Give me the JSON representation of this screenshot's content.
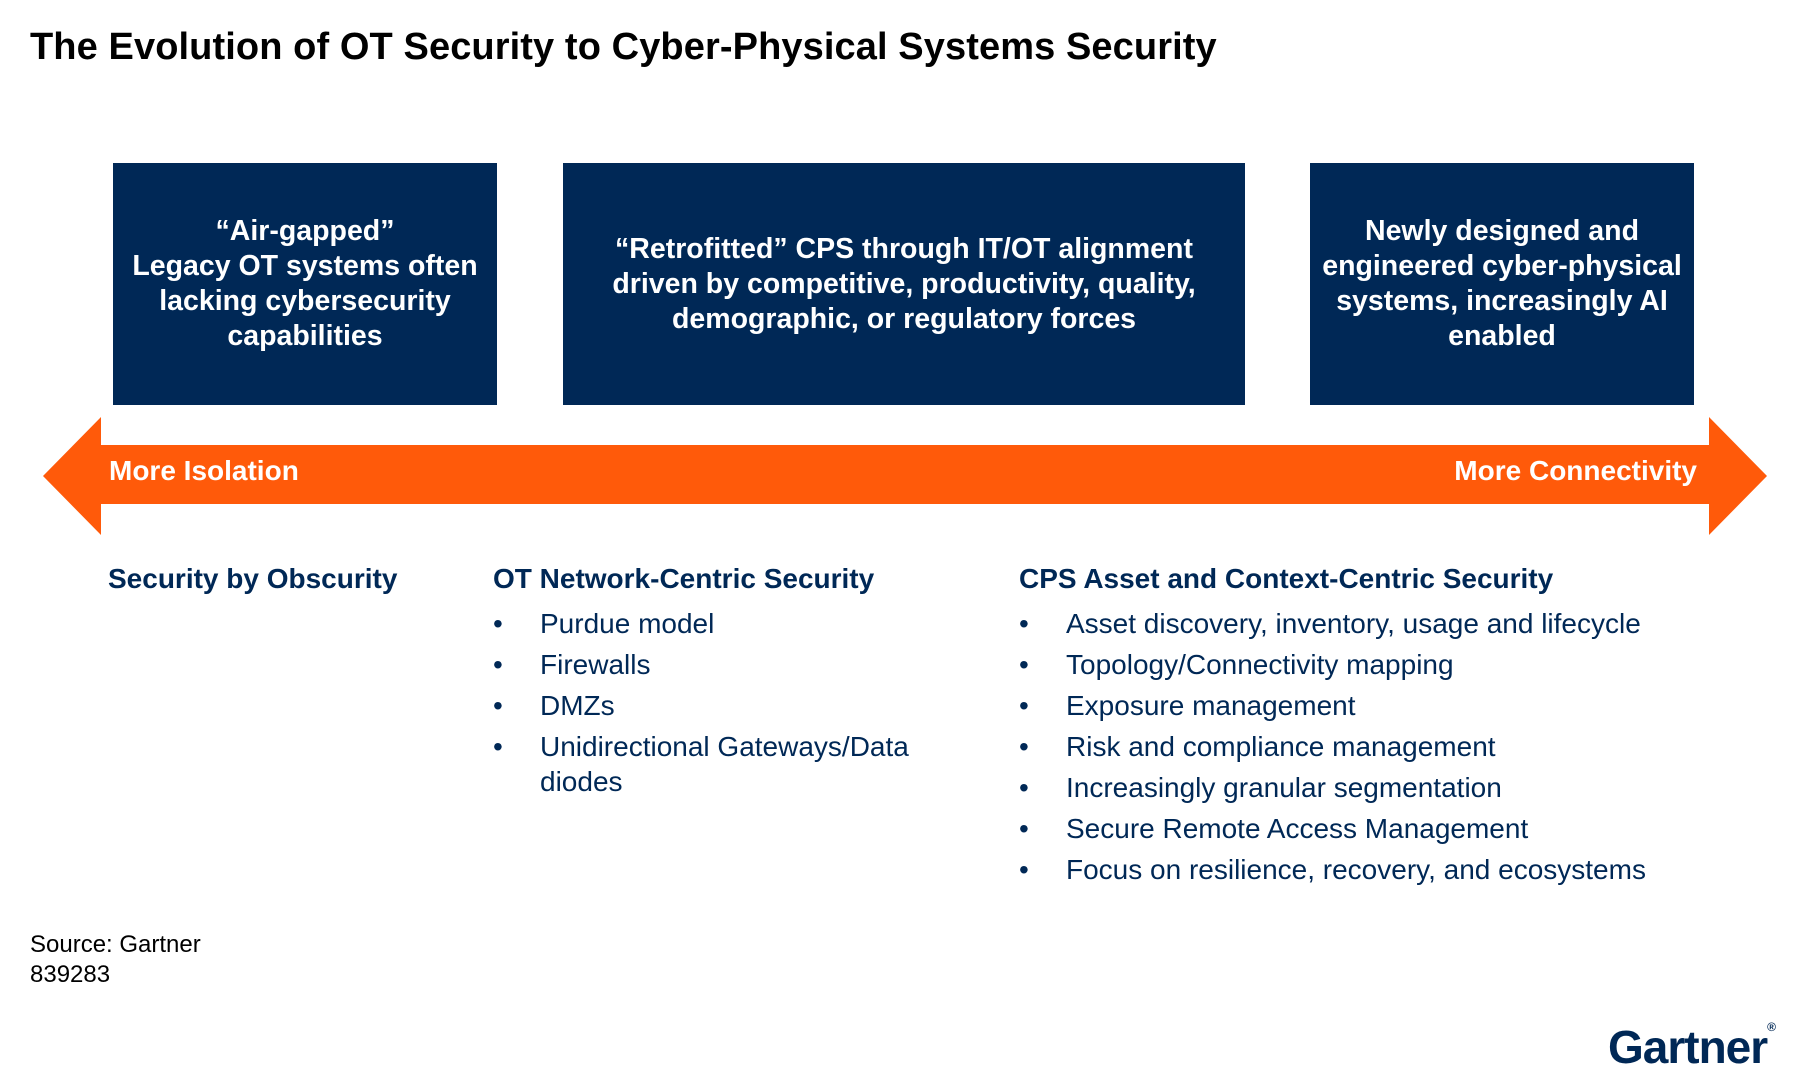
{
  "title": "The Evolution of OT Security to Cyber-Physical Systems Security",
  "boxes": [
    {
      "text": "“Air-gapped”\nLegacy OT systems often\nlacking cybersecurity\ncapabilities"
    },
    {
      "text": "“Retrofitted” CPS through IT/OT alignment\ndriven by competitive, productivity, quality,\ndemographic, or regulatory forces"
    },
    {
      "text": "Newly designed and\nengineered cyber-physical\nsystems, increasingly AI\nenabled"
    }
  ],
  "arrow": {
    "left_label": "More Isolation",
    "right_label": "More Connectivity",
    "color": "#FF5A0A"
  },
  "columns": [
    {
      "heading": "Security by Obscurity",
      "items": []
    },
    {
      "heading": "OT Network-Centric Security",
      "items": [
        "Purdue model",
        "Firewalls",
        "DMZs",
        "Unidirectional Gateways/Data diodes"
      ]
    },
    {
      "heading": "CPS Asset and Context-Centric Security",
      "items": [
        "Asset discovery, inventory, usage and lifecycle",
        "Topology/Connectivity mapping",
        "Exposure management",
        "Risk and compliance management",
        "Increasingly granular segmentation",
        "Secure Remote Access Management",
        "Focus on resilience, recovery, and ecosystems"
      ]
    }
  ],
  "bullet_char": "•",
  "source": {
    "line1": "Source: Gartner",
    "line2": "839283"
  },
  "logo": {
    "text": "Gartner",
    "mark": "®"
  },
  "colors": {
    "navy": "#002856",
    "orange": "#FF5A0A"
  }
}
